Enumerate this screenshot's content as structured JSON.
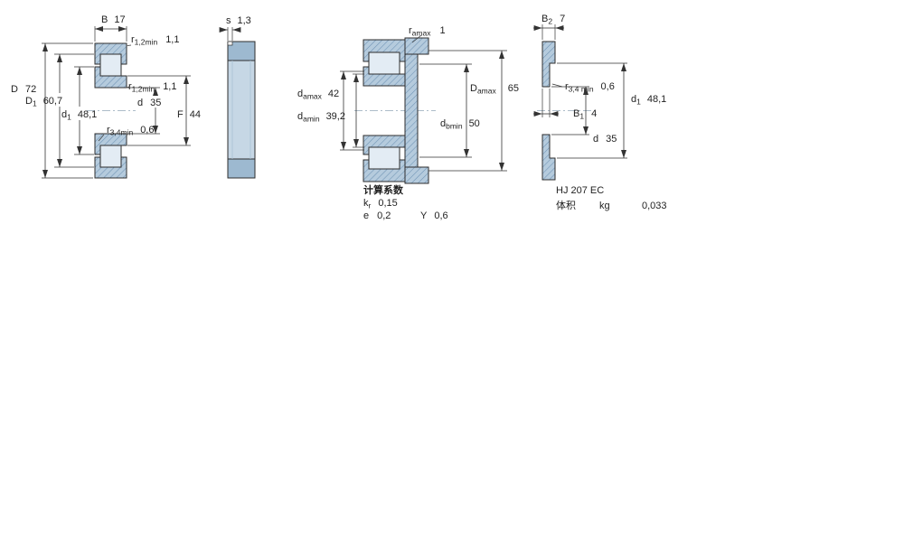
{
  "colors": {
    "fill_light": "#b5cbdd",
    "fill_roller": "#e3ecf4",
    "fill_side_mid": "#c6d7e5",
    "fill_side_dark": "#9db9d0",
    "hatch_line": "#6f93b4",
    "stroke_dark": "#2e2e2e",
    "dim_color": "#333333"
  },
  "view_main": {
    "labels": {
      "B": {
        "sym": "B",
        "val": "17"
      },
      "r12_top": {
        "sym": "r",
        "sub": "1,2min",
        "val": "1,1"
      },
      "D": {
        "sym": "D",
        "val": "72"
      },
      "D1": {
        "sym": "D",
        "sub": "1",
        "val": "60,7"
      },
      "r12_bore": {
        "sym": "r",
        "sub": "1,2min",
        "val": "1,1"
      },
      "d1": {
        "sym": "d",
        "sub": "1",
        "val": "48,1"
      },
      "d": {
        "sym": "d",
        "val": "35"
      },
      "r34": {
        "sym": "r",
        "sub": "3,4min",
        "val": "0,6"
      },
      "F": {
        "sym": "F",
        "val": "44"
      }
    }
  },
  "view_side": {
    "labels": {
      "s": {
        "sym": "s",
        "val": "1,3"
      }
    }
  },
  "view_mounting": {
    "labels": {
      "ra": {
        "sym": "r",
        "sub": "amax",
        "val": "1"
      },
      "damax": {
        "sym": "d",
        "sub": "amax",
        "val": "42"
      },
      "damin": {
        "sym": "d",
        "sub": "amin",
        "val": "39,2"
      },
      "Damax": {
        "sym": "D",
        "sub": "amax",
        "val": "65"
      },
      "dbmin": {
        "sym": "d",
        "sub": "bmin",
        "val": "50"
      }
    },
    "calc": {
      "title": "计算系数",
      "kr": {
        "sym": "k",
        "sub": "r",
        "val": "0,15"
      },
      "e": {
        "sym": "e",
        "val": "0,2"
      },
      "Y": {
        "sym": "Y",
        "val": "0,6"
      }
    }
  },
  "view_angle_ring": {
    "labels": {
      "B2": {
        "sym": "B",
        "sub": "2",
        "val": "7"
      },
      "r34": {
        "sym": "r",
        "sub": "3,4 min",
        "val": "0,6"
      },
      "d1": {
        "sym": "d",
        "sub": "1",
        "val": "48,1"
      },
      "B1": {
        "sym": "B",
        "sub": "1",
        "val": "4"
      },
      "d": {
        "sym": "d",
        "val": "35"
      }
    },
    "info": {
      "designation": "HJ 207 EC",
      "mass_label": "体积",
      "mass_unit": "kg",
      "mass_value": "0,033"
    }
  }
}
